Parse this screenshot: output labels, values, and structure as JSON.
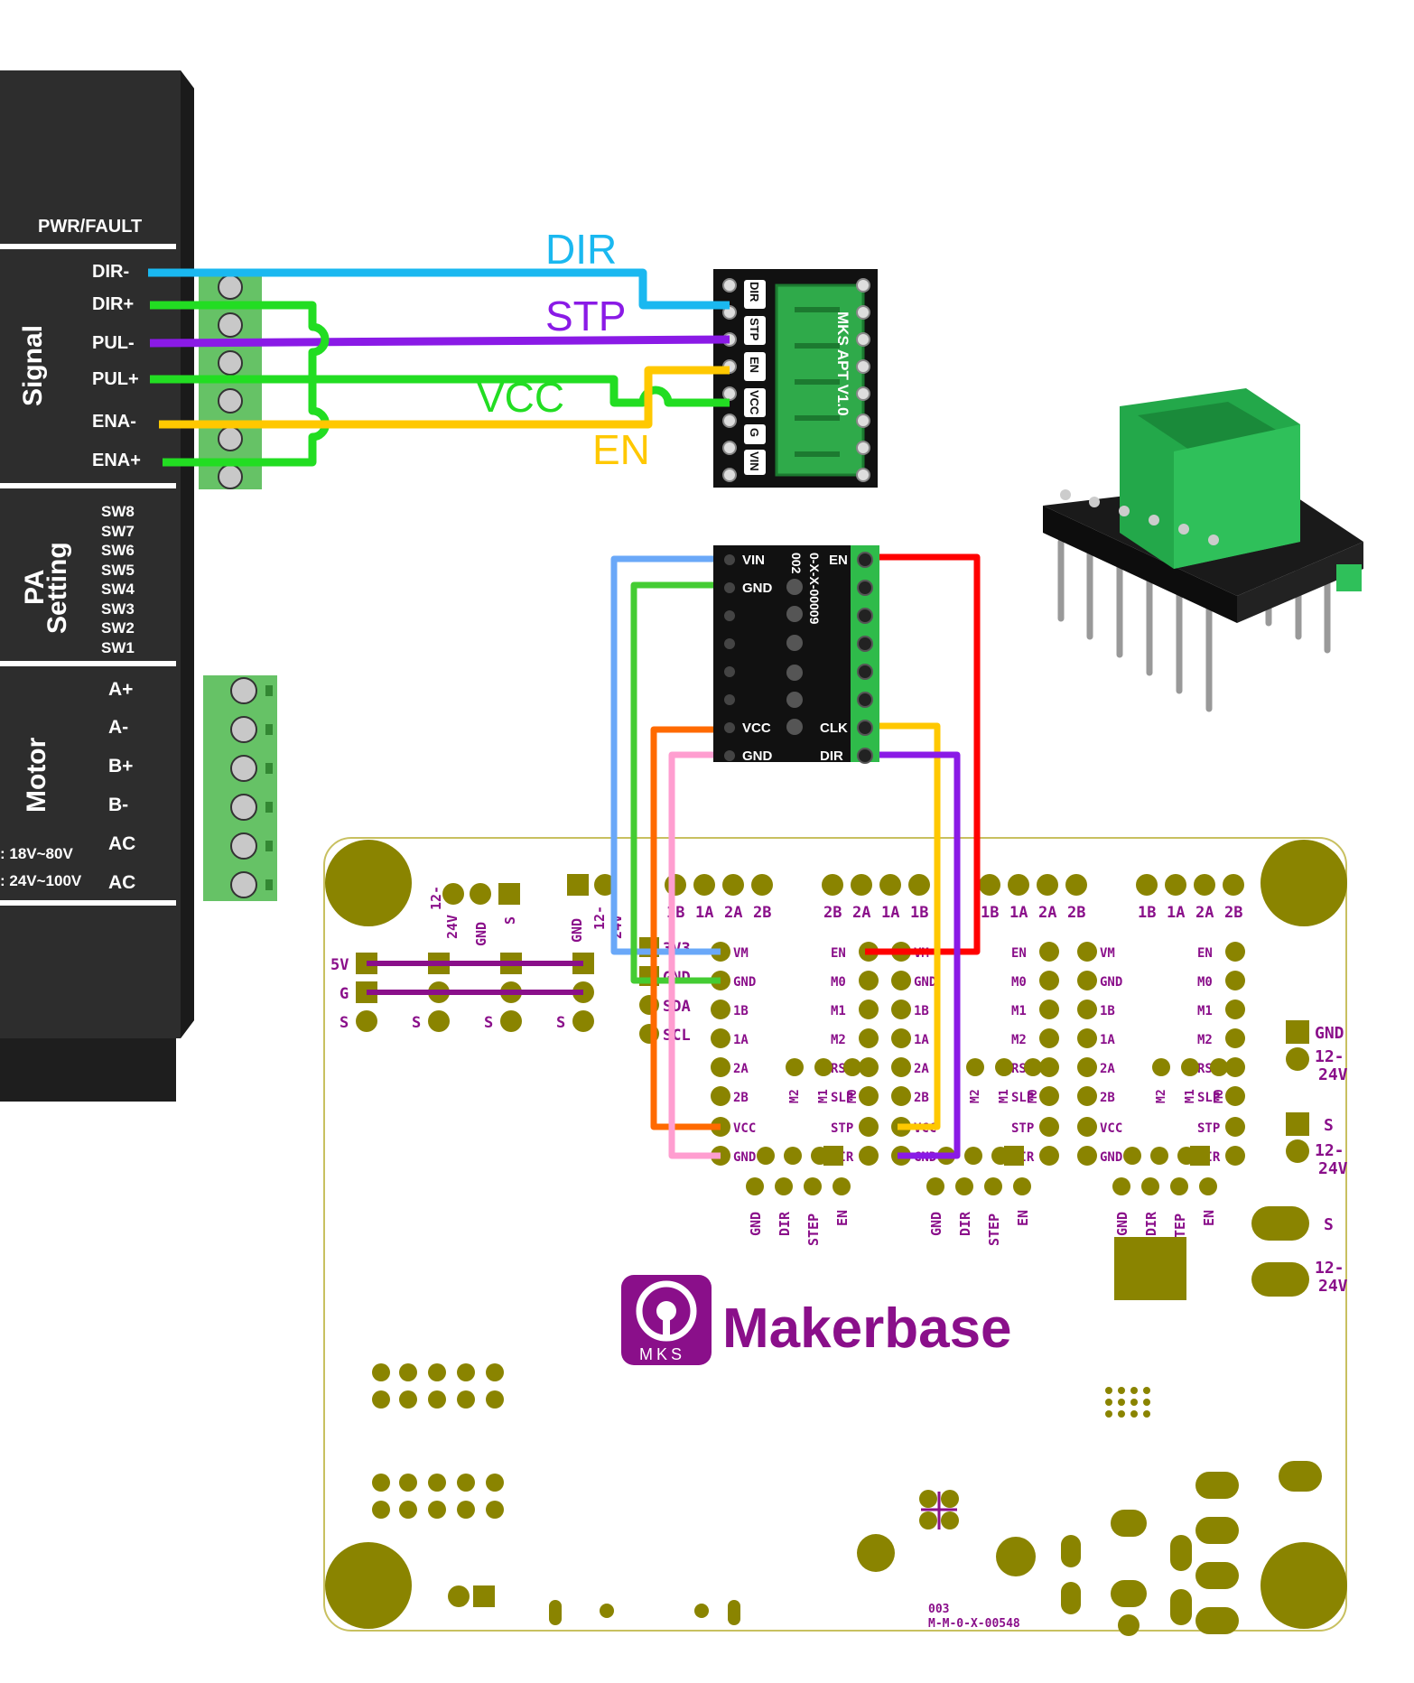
{
  "colors": {
    "dir_wire": "#1ab8f0",
    "stp_wire": "#8a1ae6",
    "vcc_wire": "#22dd22",
    "en_wire": "#ffc800",
    "pcb_pad": "#8a8400",
    "pcb_text": "#8a0f8a",
    "driver_body": "#2b2b2b",
    "terminal_green": "#66cc66"
  },
  "driver": {
    "pwr_fault": "PWR/FAULT",
    "signal_section": "Signal",
    "signal_pins": [
      "DIR-",
      "DIR+",
      "PUL-",
      "PUL+",
      "ENA-",
      "ENA+"
    ],
    "pa_section_1": "PA",
    "pa_section_2": "Setting",
    "switches": [
      "SW8",
      "SW7",
      "SW6",
      "SW5",
      "SW4",
      "SW3",
      "SW2",
      "SW1"
    ],
    "motor_section": "Motor",
    "motor_pins": [
      "A+",
      "A-",
      "B+",
      "B-",
      "AC",
      "AC"
    ],
    "voltage_1": ": 18V~80V",
    "voltage_2": ": 24V~100V"
  },
  "wire_labels": {
    "dir": "DIR",
    "stp": "STP",
    "vcc": "VCC",
    "en": "EN"
  },
  "apt_module": {
    "name": "MKS APT V1.0",
    "pins": [
      "DIR",
      "STP",
      "EN",
      "VCC",
      "G",
      "VIN"
    ]
  },
  "stepper_module": {
    "left_pins": [
      "VIN",
      "GND",
      "",
      "",
      "",
      "",
      "VCC",
      "GND"
    ],
    "right_pins": [
      "EN",
      "",
      "",
      "",
      "",
      "",
      "CLK",
      "DIR"
    ],
    "code": "0-X-X-00009",
    "code_2": "002"
  },
  "pcb": {
    "brand": "Makerbase",
    "logo_text": "MKS",
    "code_1": "003",
    "code_2": "M-M-0-X-00548",
    "left_rows": [
      "5V",
      "G",
      "S"
    ],
    "s_label": "S",
    "power_header": [
      "12-",
      "24V",
      "GND",
      "S"
    ],
    "power_header_2": [
      "GND",
      "12-",
      "24V"
    ],
    "motor_headers": [
      [
        "1B",
        "1A",
        "2A",
        "2B"
      ],
      [
        "2B",
        "2A",
        "1A",
        "1B"
      ],
      [
        "1B",
        "1A",
        "2A",
        "2B"
      ],
      [
        "1B",
        "1A",
        "2A",
        "2B"
      ]
    ],
    "i2c_labels": [
      "3V3",
      "GND",
      "SDA",
      "SCL"
    ],
    "socket_left_pins": [
      "VM",
      "GND",
      "1B",
      "1A",
      "2A",
      "2B",
      "VCC",
      "GND"
    ],
    "socket_right_pins": [
      "EN",
      "M0",
      "M1",
      "M2",
      "RST",
      "SLP",
      "STP",
      "DIR"
    ],
    "ms_labels": [
      "M2",
      "M1",
      "M0"
    ],
    "bottom_header": [
      "GND",
      "DIR",
      "STEP",
      "EN"
    ],
    "right_side": [
      "GND",
      "12-",
      "24V",
      "S",
      "12-",
      "24V",
      "S",
      "12-",
      "24V"
    ]
  }
}
